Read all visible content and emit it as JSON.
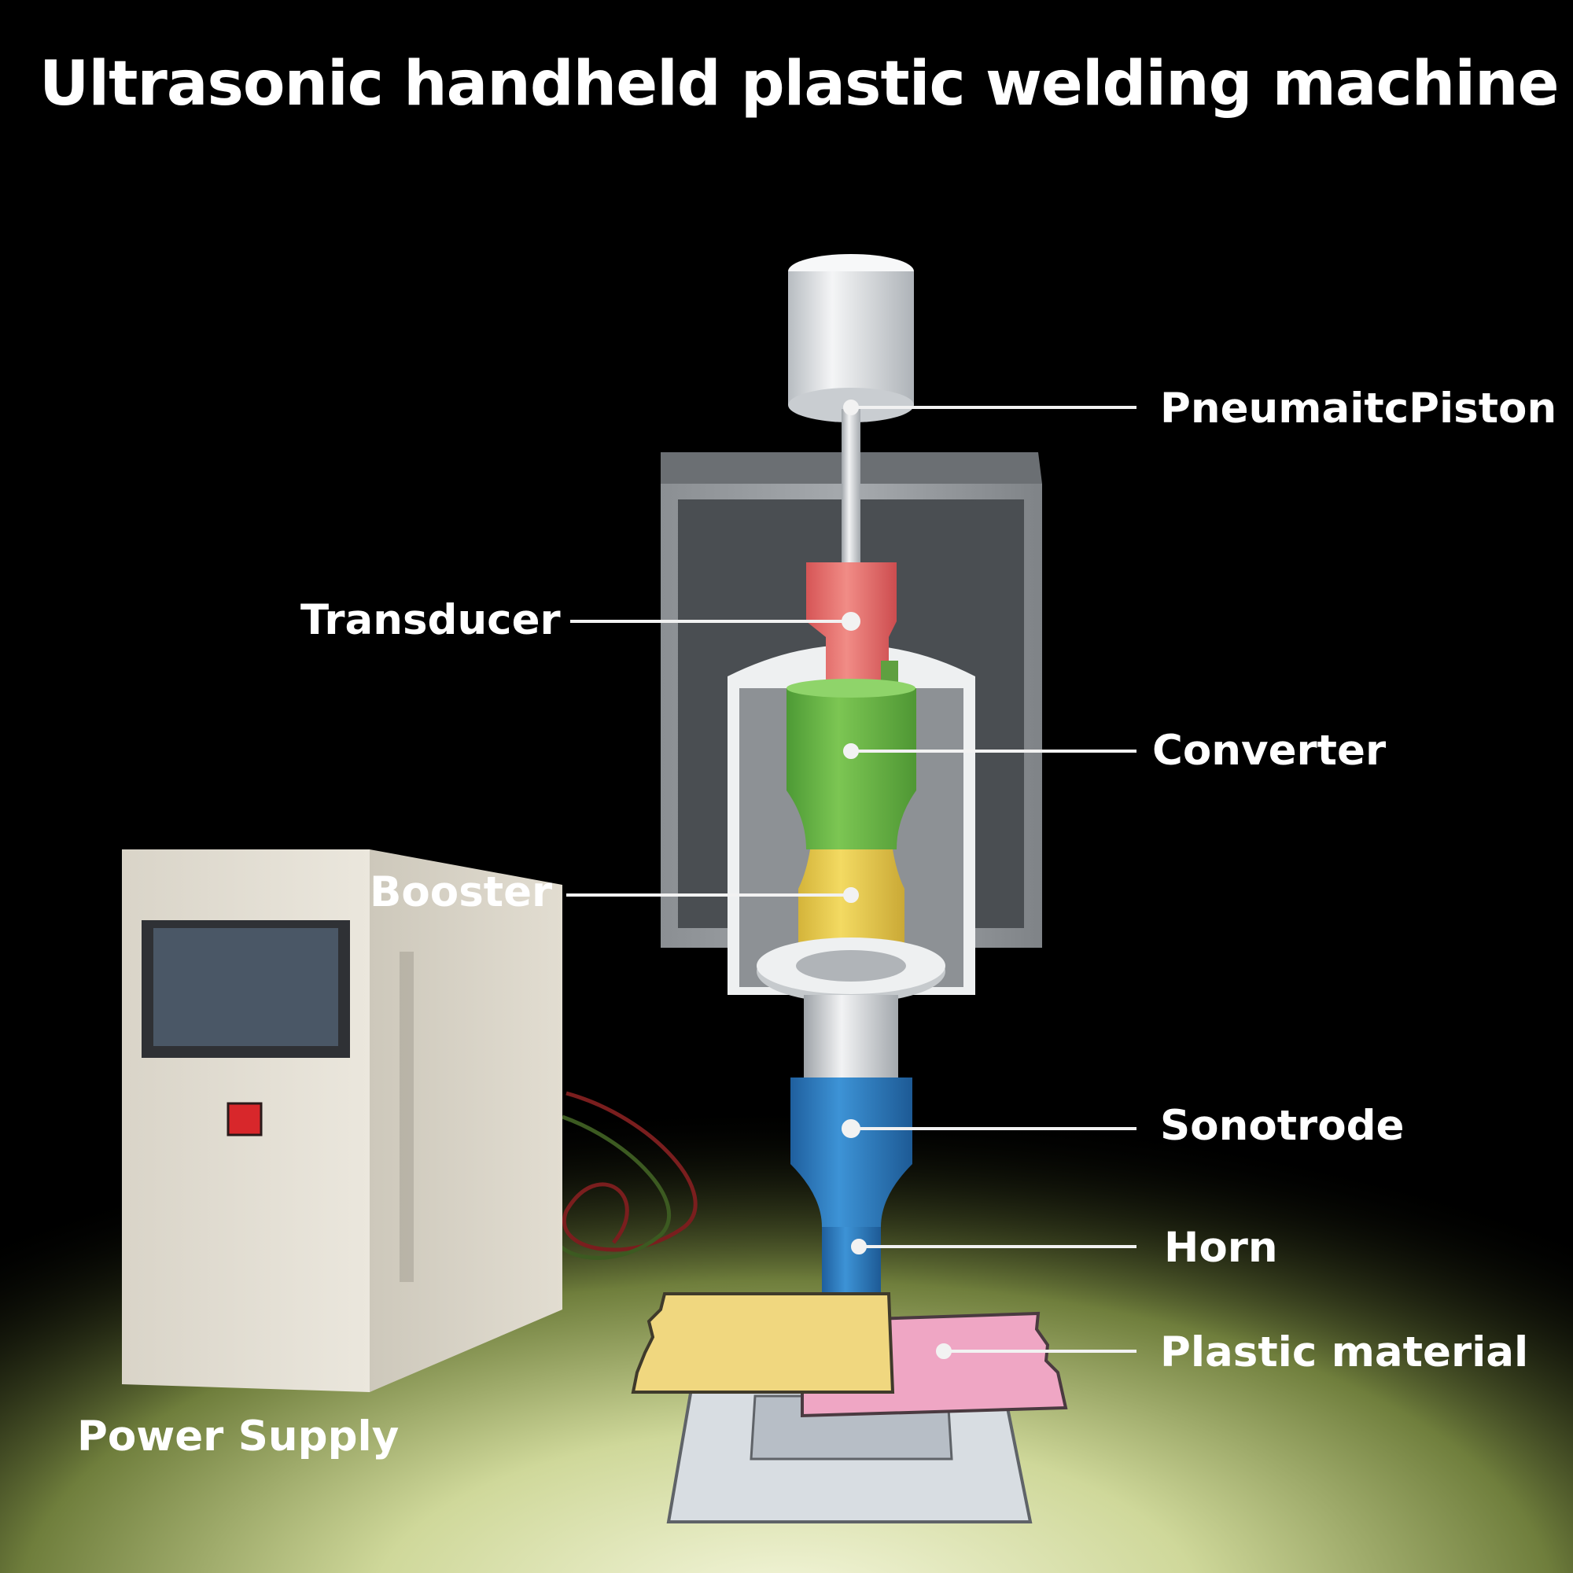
{
  "title": "Ultrasonic handheld plastic welding machine",
  "labels": {
    "pneumatic_piston": "PneumaitcPiston",
    "transducer": "Transducer",
    "converter": "Converter",
    "booster": "Booster",
    "sonotrode": "Sonotrode",
    "horn": "Horn",
    "plastic_material": "Plastic material",
    "power_supply": "Power Supply"
  },
  "colors": {
    "background": "#000000",
    "piston": "#e6e8ea",
    "transducer": "#e9706e",
    "converter": "#6fb548",
    "booster": "#e8cd55",
    "sonotrode": "#2f7fc4",
    "plastic_yellow": "#f0d77f",
    "plastic_pink": "#efa6c4",
    "power_supply_body": "#e3ded2",
    "power_button": "#d8272b"
  }
}
